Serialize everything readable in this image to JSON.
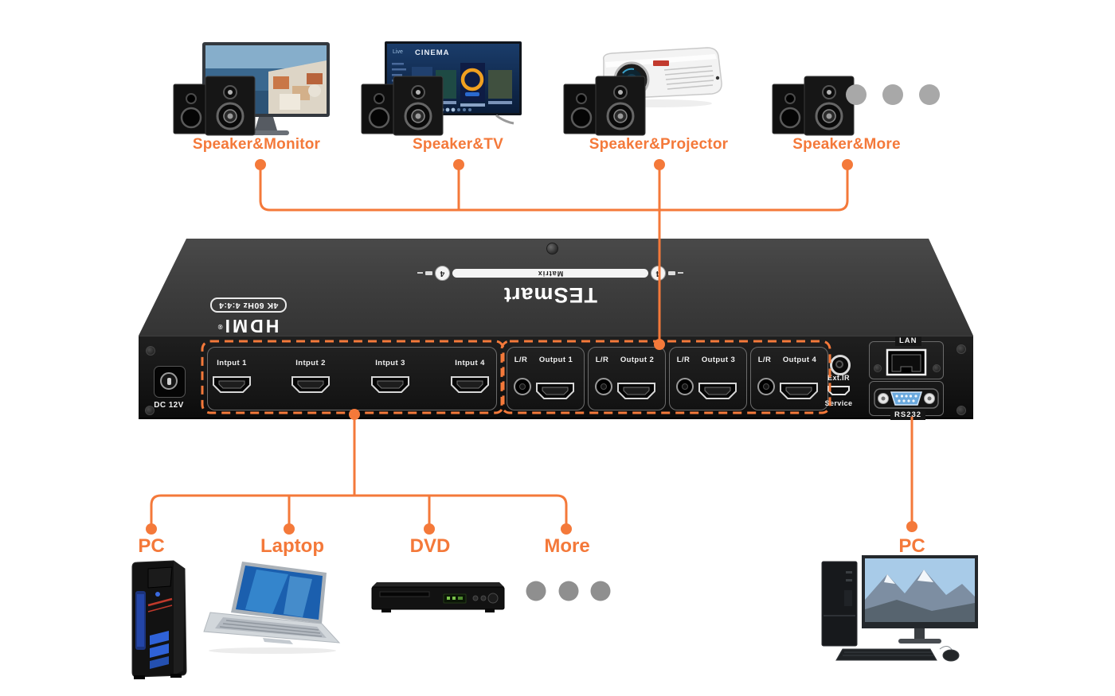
{
  "accent_color": "#f4793a",
  "top_devices": [
    {
      "label": "Speaker&Monitor"
    },
    {
      "label": "Speaker&TV",
      "screen": {
        "nav": "Live",
        "title": "CINEMA"
      }
    },
    {
      "label": "Speaker&Projector"
    },
    {
      "label": "Speaker&More"
    }
  ],
  "matrix": {
    "brand": "TESmart",
    "badge_text": "Matrix",
    "badge_number": "4",
    "hdmi_logo": "HDMI",
    "hdmi_reg": "®",
    "hdmi_badge": "4K 60Hz 4:4:4",
    "power_label": "DC 12V",
    "input_labels": [
      "Intput 1",
      "Intput 2",
      "Intput 3",
      "Intput 4"
    ],
    "output_jack_label": "L/R",
    "output_labels": [
      "Output 1",
      "Output 2",
      "Output 3",
      "Output 4"
    ],
    "ext_ir_label": "Ext.IR",
    "service_label": "Service",
    "lan_label": "LAN",
    "rs232_label": "RS232"
  },
  "bottom_devices": [
    {
      "label": "PC"
    },
    {
      "label": "Laptop"
    },
    {
      "label": "DVD"
    },
    {
      "label": "More"
    }
  ],
  "control_pc": {
    "label": "PC"
  }
}
